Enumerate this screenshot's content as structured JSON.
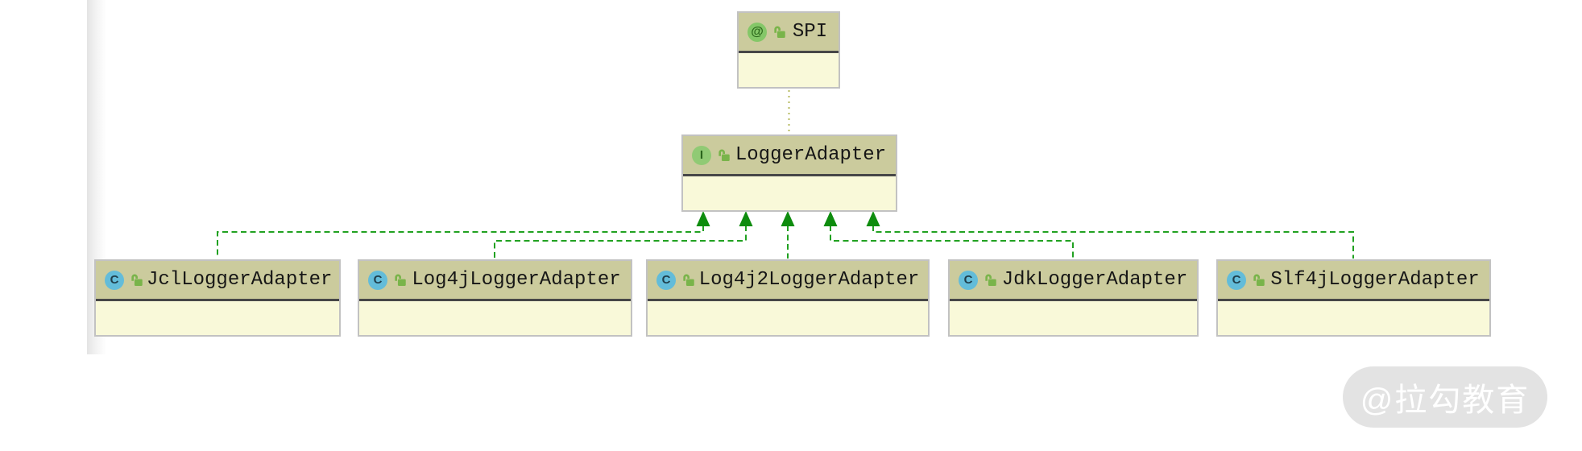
{
  "diagram": {
    "nodes": [
      {
        "id": "spi",
        "badge": "@",
        "kind": "annotation",
        "name": "SPI"
      },
      {
        "id": "logger-adapter",
        "badge": "I",
        "kind": "interface",
        "name": "LoggerAdapter"
      },
      {
        "id": "jcl",
        "badge": "C",
        "kind": "class",
        "name": "JclLoggerAdapter"
      },
      {
        "id": "log4j",
        "badge": "C",
        "kind": "class",
        "name": "Log4jLoggerAdapter"
      },
      {
        "id": "log4j2",
        "badge": "C",
        "kind": "class",
        "name": "Log4j2LoggerAdapter"
      },
      {
        "id": "jdk",
        "badge": "C",
        "kind": "class",
        "name": "JdkLoggerAdapter"
      },
      {
        "id": "slf4j",
        "badge": "C",
        "kind": "class",
        "name": "Slf4jLoggerAdapter"
      }
    ],
    "edges": [
      {
        "from": "LoggerAdapter",
        "to": "SPI",
        "type": "annotated-with",
        "style": "dotted"
      },
      {
        "from": "JclLoggerAdapter",
        "to": "LoggerAdapter",
        "type": "implements",
        "style": "dashed-arrow"
      },
      {
        "from": "Log4jLoggerAdapter",
        "to": "LoggerAdapter",
        "type": "implements",
        "style": "dashed-arrow"
      },
      {
        "from": "Log4j2LoggerAdapter",
        "to": "LoggerAdapter",
        "type": "implements",
        "style": "dashed-arrow"
      },
      {
        "from": "JdkLoggerAdapter",
        "to": "LoggerAdapter",
        "type": "implements",
        "style": "dashed-arrow"
      },
      {
        "from": "Slf4jLoggerAdapter",
        "to": "LoggerAdapter",
        "type": "implements",
        "style": "dashed-arrow"
      }
    ],
    "colors": {
      "node_header_bg": "#cbcb9d",
      "node_body_bg": "#f9f9d9",
      "node_separator": "#474747",
      "node_border": "#c2c2c2",
      "edge_dashed_green": "#21a121",
      "arrowhead_green": "#0e8c0e",
      "annotation_edge_olive": "#b5ba5e",
      "class_icon_blue": "#63bcd9",
      "interface_icon_green": "#90ca74",
      "annotation_icon_green": "#84c768",
      "lock_icon_green": "#79b44a",
      "watermark_bg": "#e3e3e3",
      "watermark_text": "#ffffff"
    }
  },
  "watermark": {
    "text": "@拉勾教育"
  }
}
